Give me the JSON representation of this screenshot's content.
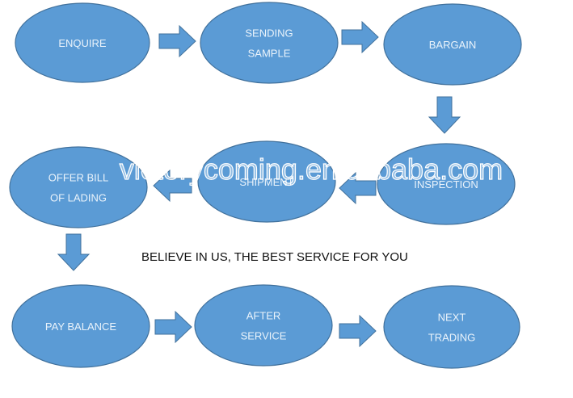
{
  "nodes": [
    {
      "id": "enquire",
      "lines": [
        "ENQUIRE"
      ]
    },
    {
      "id": "sending-sample",
      "lines": [
        "SENDING",
        "SAMPLE"
      ]
    },
    {
      "id": "bargain",
      "lines": [
        "BARGAIN"
      ]
    },
    {
      "id": "inspection",
      "lines": [
        "INSPECTION"
      ]
    },
    {
      "id": "shipment",
      "lines": [
        "SHIPMENT"
      ]
    },
    {
      "id": "offer-bill-of-lading",
      "lines": [
        "OFFER BILL",
        "OF LADING"
      ]
    },
    {
      "id": "pay-balance",
      "lines": [
        "PAY BALANCE"
      ]
    },
    {
      "id": "after-service",
      "lines": [
        "AFTER",
        "SERVICE"
      ]
    },
    {
      "id": "next-trading",
      "lines": [
        "NEXT",
        "TRADING"
      ]
    }
  ],
  "slogan": "BELIEVE IN US, THE BEST SERVICE FOR YOU",
  "watermark": "victorycoming.en.alibaba.com",
  "colors": {
    "node_fill": "#5b9bd5",
    "node_stroke": "#41719c",
    "node_text": "#eaf3fb"
  }
}
